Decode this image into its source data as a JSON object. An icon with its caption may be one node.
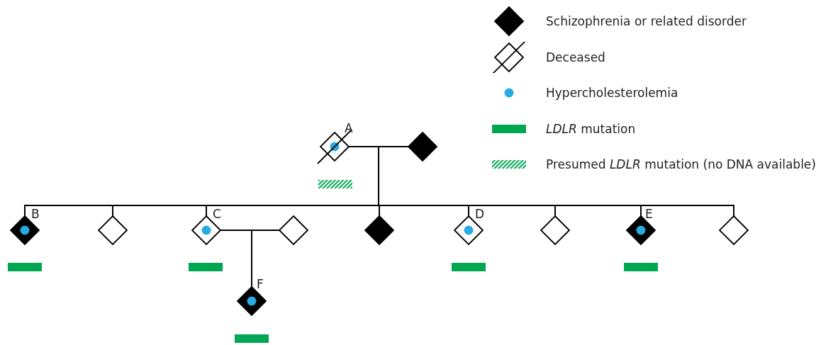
{
  "diagram": {
    "nodes": [
      {
        "text": [],
        "shape": "diamond",
        "beside": [
          "A"
        ]
      },
      {
        "text": [],
        "shape": "diamond"
      },
      {
        "text": [],
        "shape": "bar"
      },
      {
        "text": [],
        "shape": "diamond",
        "beside": [
          "B"
        ]
      },
      {
        "text": [],
        "shape": "diamond"
      },
      {
        "text": [],
        "shape": "diamond",
        "beside": [
          "C"
        ]
      },
      {
        "text": [],
        "shape": "diamond"
      },
      {
        "text": [],
        "shape": "diamond"
      },
      {
        "text": [],
        "shape": "diamond",
        "beside": [
          "D"
        ]
      },
      {
        "text": [],
        "shape": "diamond"
      },
      {
        "text": [],
        "shape": "diamond",
        "beside": [
          "E"
        ]
      },
      {
        "text": [],
        "shape": "diamond"
      },
      {
        "text": [],
        "shape": "bar"
      },
      {
        "text": [],
        "shape": "bar"
      },
      {
        "text": [],
        "shape": "bar"
      },
      {
        "text": [],
        "shape": "bar"
      },
      {
        "text": [],
        "shape": "diamond",
        "beside": [
          "F"
        ]
      },
      {
        "text": [],
        "shape": "bar"
      }
    ],
    "edges": [
      {
        "from": 0,
        "to": 1,
        "arrow": "none"
      },
      {
        "from": 0,
        "to": 3,
        "arrow": "none"
      },
      {
        "from": 1,
        "to": 3,
        "arrow": "none"
      },
      {
        "from": 0,
        "to": 4,
        "arrow": "none"
      },
      {
        "from": 1,
        "to": 4,
        "arrow": "none"
      },
      {
        "from": 0,
        "to": 5,
        "arrow": "none"
      },
      {
        "from": 1,
        "to": 5,
        "arrow": "none"
      },
      {
        "from": 0,
        "to": 7,
        "arrow": "none"
      },
      {
        "from": 1,
        "to": 7,
        "arrow": "none"
      },
      {
        "from": 0,
        "to": 8,
        "arrow": "none"
      },
      {
        "from": 1,
        "to": 8,
        "arrow": "none"
      },
      {
        "from": 0,
        "to": 9,
        "arrow": "none"
      },
      {
        "from": 1,
        "to": 9,
        "arrow": "none"
      },
      {
        "from": 0,
        "to": 10,
        "arrow": "none"
      },
      {
        "from": 1,
        "to": 10,
        "arrow": "none"
      },
      {
        "from": 0,
        "to": 11,
        "arrow": "none"
      },
      {
        "from": 1,
        "to": 11,
        "arrow": "none"
      },
      {
        "from": 5,
        "to": 6,
        "arrow": "none"
      },
      {
        "from": 5,
        "to": 16,
        "arrow": "none"
      },
      {
        "from": 6,
        "to": 16,
        "arrow": "none"
      }
    ],
    "legend": [
      {
        "text": "Schizophrenia or related disorder"
      },
      {
        "text": "Deceased"
      },
      {
        "text": "Hypercholesterolemia",
        "color": "#29abe2"
      },
      {
        "text": "*LDLR* mutation",
        "color": "#00a651"
      },
      {
        "text": "Presumed *LDLR* mutation (no DNA available)"
      }
    ]
  }
}
